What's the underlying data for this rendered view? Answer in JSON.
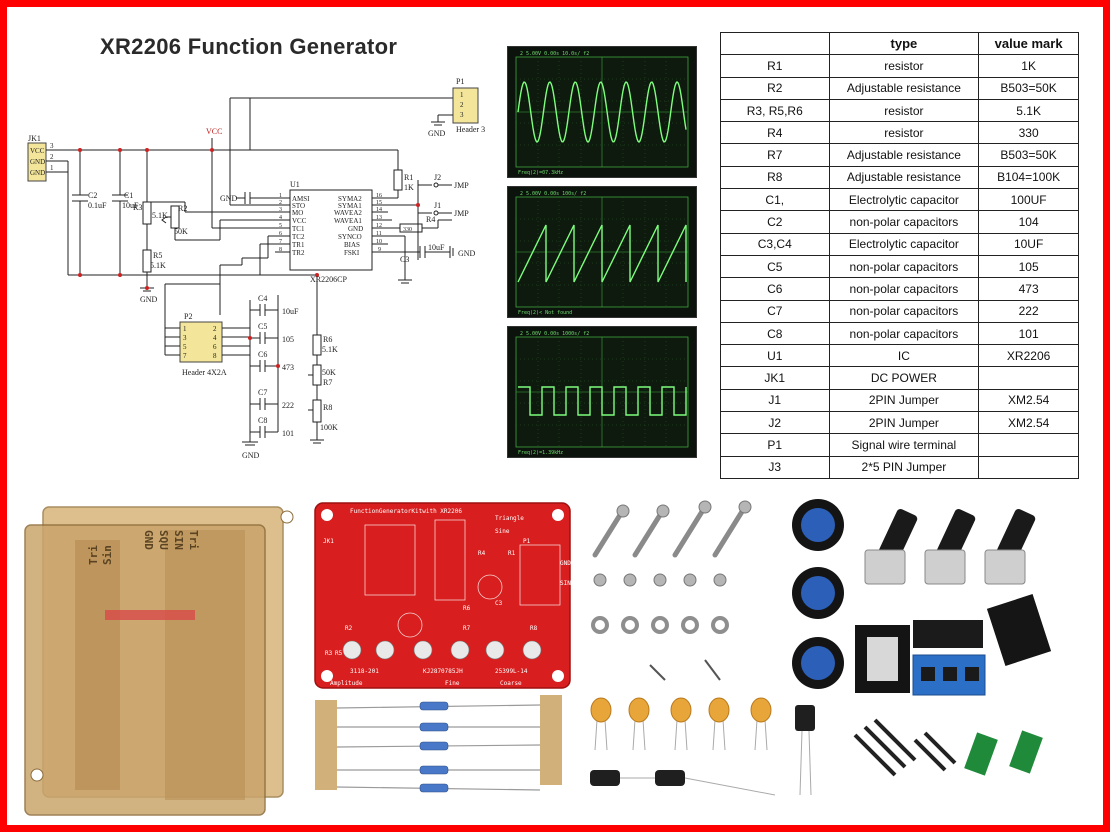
{
  "title": "XR2206 Function Generator",
  "schematic": {
    "labels": {
      "jk1": "JK1",
      "vcc_pin": "VCC",
      "gnd_pin1": "GND",
      "gnd_pin2": "GND",
      "pin3": "3",
      "pin2": "2",
      "pin1": "1",
      "c2": "C2",
      "c2_val": "0.1uF",
      "c1": "C1",
      "c1_val": "10uF",
      "r3": "R3",
      "r3_val": "5.1K",
      "r2": "R2",
      "r2_val": "50K",
      "r5": "R5",
      "r5_val": "5.1K",
      "gnd": "GND",
      "vcc": "VCC",
      "u1": "U1",
      "u1_part": "XR2206CP",
      "left_pins": [
        "AMSI",
        "STO",
        "MO",
        "VCC",
        "TC1",
        "TC2",
        "TR1",
        "TR2"
      ],
      "left_nums": [
        "1",
        "2",
        "3",
        "4",
        "5",
        "6",
        "7",
        "8"
      ],
      "right_pins": [
        "SYMA2",
        "SYMA1",
        "WAVEA2",
        "WAVEA1",
        "GND",
        "SYNCO",
        "BIAS",
        "FSKI"
      ],
      "right_nums": [
        "16",
        "15",
        "14",
        "13",
        "12",
        "11",
        "10",
        "9"
      ],
      "r1": "R1",
      "r1_val": "1K",
      "j2": "J2",
      "jmp1": "JMP",
      "j1": "J1",
      "jmp2": "JMP",
      "r4": "R4",
      "r4_val": "330",
      "c3": "C3",
      "c3_val": "10uF",
      "p1": "P1",
      "p1_part": "Header 3",
      "p1_pins": [
        "1",
        "2",
        "3"
      ],
      "p2": "P2",
      "p2_part": "Header 4X2A",
      "p2_pins_l": [
        "1",
        "3",
        "5",
        "7"
      ],
      "p2_pins_r": [
        "2",
        "4",
        "6",
        "8"
      ],
      "c4": "C4",
      "c4_val": "10uF",
      "c5": "C5",
      "c5_val": "105",
      "c6": "C6",
      "c6_val": "473",
      "c7": "C7",
      "c7_val": "222",
      "c8": "C8",
      "c8_val": "101",
      "r6": "R6",
      "r6_val": "5.1K",
      "r7": "R7",
      "r7_val": "50K",
      "r8": "R8",
      "r8_val": "100K",
      "gnd_labels": [
        "GND",
        "GND",
        "GND",
        "GND"
      ]
    }
  },
  "scopes": [
    {
      "wave": "sine",
      "top_text": "2  5.00V      0.00s   10.0s/    f2",
      "bottom_text": "Freq(2)=07.3kHz"
    },
    {
      "wave": "sawtooth",
      "top_text": "2  5.00V      0.00s   100s/     f2",
      "bottom_text": "Freq(2)< Not found"
    },
    {
      "wave": "square",
      "top_text": "2  5.00V      0.00s   1000s/    f2",
      "bottom_text": "Freq(2)=1.39kHz"
    }
  ],
  "parts_table": {
    "headers": [
      "",
      "type",
      "value mark"
    ],
    "rows": [
      [
        "R1",
        "resistor",
        "1K"
      ],
      [
        "R2",
        "Adjustable resistance",
        "B503=50K"
      ],
      [
        "R3, R5,R6",
        "resistor",
        "5.1K"
      ],
      [
        "R4",
        "resistor",
        "330"
      ],
      [
        "R7",
        "Adjustable resistance",
        "B503=50K"
      ],
      [
        "R8",
        "Adjustable resistance",
        "B104=100K"
      ],
      [
        "C1,",
        "Electrolytic capacitor",
        "100UF"
      ],
      [
        "C2",
        "non-polar capacitors",
        "104"
      ],
      [
        "C3,C4",
        "Electrolytic capacitor",
        "10UF"
      ],
      [
        "C5",
        "non-polar capacitors",
        "105"
      ],
      [
        "C6",
        "non-polar capacitors",
        "473"
      ],
      [
        "C7",
        "non-polar capacitors",
        "222"
      ],
      [
        "C8",
        "non-polar capacitors",
        "101"
      ],
      [
        "U1",
        "IC",
        "XR2206"
      ],
      [
        "JK1",
        "DC POWER",
        ""
      ],
      [
        "J1",
        "2PIN Jumper",
        "XM2.54"
      ],
      [
        "J2",
        "2PIN Jumper",
        "XM2.54"
      ],
      [
        "P1",
        "Signal wire terminal",
        ""
      ],
      [
        "J3",
        "2*5  PIN Jumper",
        ""
      ]
    ]
  },
  "kit_photo": {
    "acrylic": {
      "labels": [
        "GND",
        "SQU",
        "SIN",
        "Tri",
        "Tri",
        "Sin"
      ]
    },
    "pcb": {
      "title": "FunctionGeneratorKitwith XR2206",
      "labels": [
        "JK1",
        "Triangle",
        "Sine",
        "P1",
        "R2",
        "R7",
        "R8",
        "R6",
        "R4",
        "R1",
        "C3",
        "R3",
        "R5",
        "GND",
        "SIN"
      ],
      "bottom": [
        "3118-201",
        "KJ2870785JH",
        "25399L-14"
      ],
      "knob_labels": [
        "Amplitude",
        "Fine",
        "Coarse"
      ]
    },
    "colors": {
      "pcb": "#d81e1e",
      "knob": "#2c5fb8",
      "acrylic": "#caa56c",
      "cap": "#e8a53a",
      "terminal": "#2c6fc7",
      "jumper": "#1f8a3a"
    }
  }
}
